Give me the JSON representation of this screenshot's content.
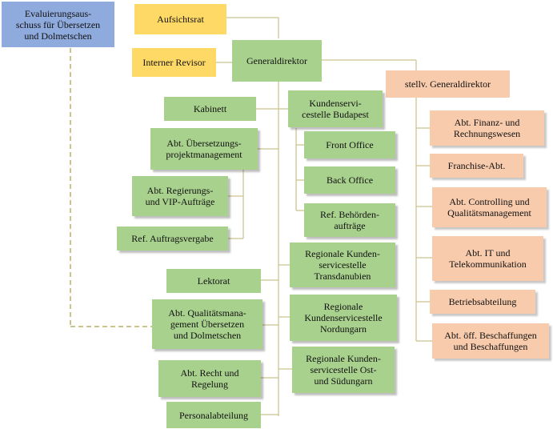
{
  "colors": {
    "green": "#a9d18e",
    "yellow": "#ffd966",
    "peach": "#f8cbad",
    "blue": "#8faadc",
    "line": "#c9c28a",
    "dashed_line": "#b6b066"
  },
  "org": {
    "evaluation_committee": "Evaluierungsaus-\nschuss für Übersetzen\nund Dolmetschen",
    "supervisory_board": "Aufsichtsrat",
    "internal_auditor": "Interner Revisor",
    "director_general": "Generaldirektor",
    "deputy_director_general": "stellv. Generaldirektor",
    "cabinet": "Kabinett",
    "translation_project_mgmt": "Abt. Übersetzungs-\nprojektmanagement",
    "government_vip_orders": "Abt. Regierungs-\nund VIP-Aufträge",
    "order_allocation": "Ref. Auftragsvergabe",
    "editing": "Lektorat",
    "quality_mgmt": "Abt. Qualitätsmana-\ngement Übersetzen\nund Dolmetschen",
    "law_regulation": "Abt. Recht und\nRegelung",
    "personnel": "Personalabteilung",
    "customer_service_budapest": "Kundenservi-\ncestelle Budapest",
    "front_office": "Front Office",
    "back_office": "Back Office",
    "authority_orders": "Ref. Behörden-\naufträge",
    "regional_transdanubia": "Regionale Kunden-\nservicestelle\nTransdanubien",
    "regional_north": "Regionale\nKundenservicestelle\nNordungarn",
    "regional_east_south": "Regionale Kunden-\nservicestelle Ost-\nund Südungarn",
    "finance_accounting": "Abt. Finanz- und\nRechnungswesen",
    "franchise": "Franchise-Abt.",
    "controlling_quality": "Abt. Controlling und\nQualitätsmanagement",
    "it_telecom": "Abt. IT und\nTelekommunikation",
    "operations": "Betriebsabteilung",
    "public_procurement": "Abt. öff. Beschaffungen\nund Beschaffungen"
  }
}
